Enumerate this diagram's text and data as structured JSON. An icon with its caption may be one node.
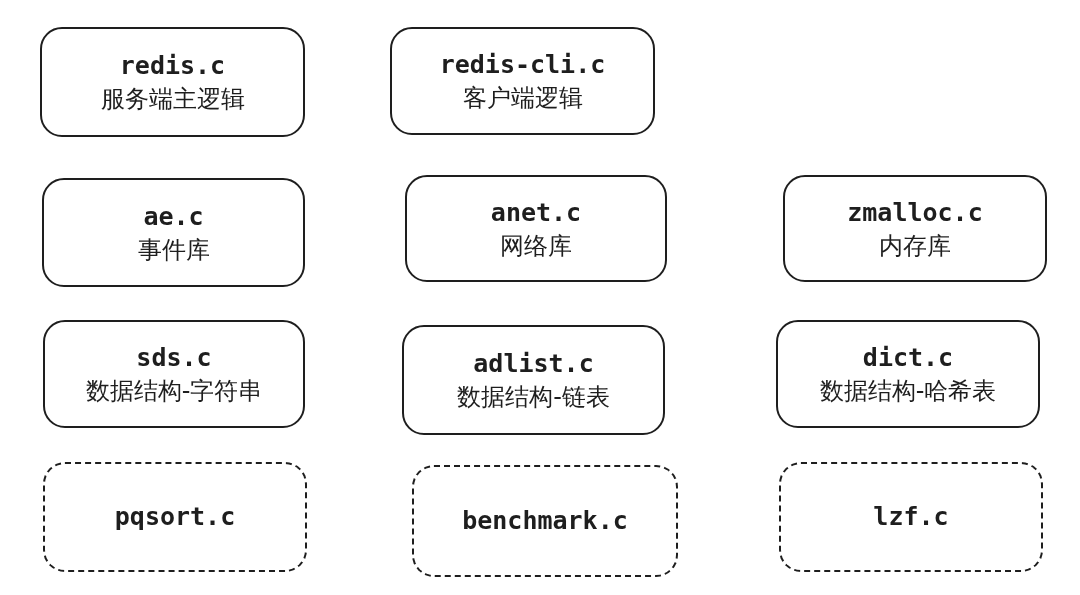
{
  "diagram": {
    "nodes": [
      {
        "text": [
          "redis.c",
          "服务端主逻辑"
        ]
      },
      {
        "text": [
          "redis-cli.c",
          "客户端逻辑"
        ]
      },
      {
        "text": [
          "ae.c",
          "事件库"
        ]
      },
      {
        "text": [
          "anet.c",
          "网络库"
        ]
      },
      {
        "text": [
          "zmalloc.c",
          "内存库"
        ]
      },
      {
        "text": [
          "sds.c",
          "数据结构-字符串"
        ]
      },
      {
        "text": [
          "adlist.c",
          "数据结构-链表"
        ]
      },
      {
        "text": [
          "dict.c",
          "数据结构-哈希表"
        ]
      },
      {
        "text": [
          "pqsort.c"
        ]
      },
      {
        "text": [
          "benchmark.c"
        ]
      },
      {
        "text": [
          "lzf.c"
        ]
      }
    ]
  }
}
